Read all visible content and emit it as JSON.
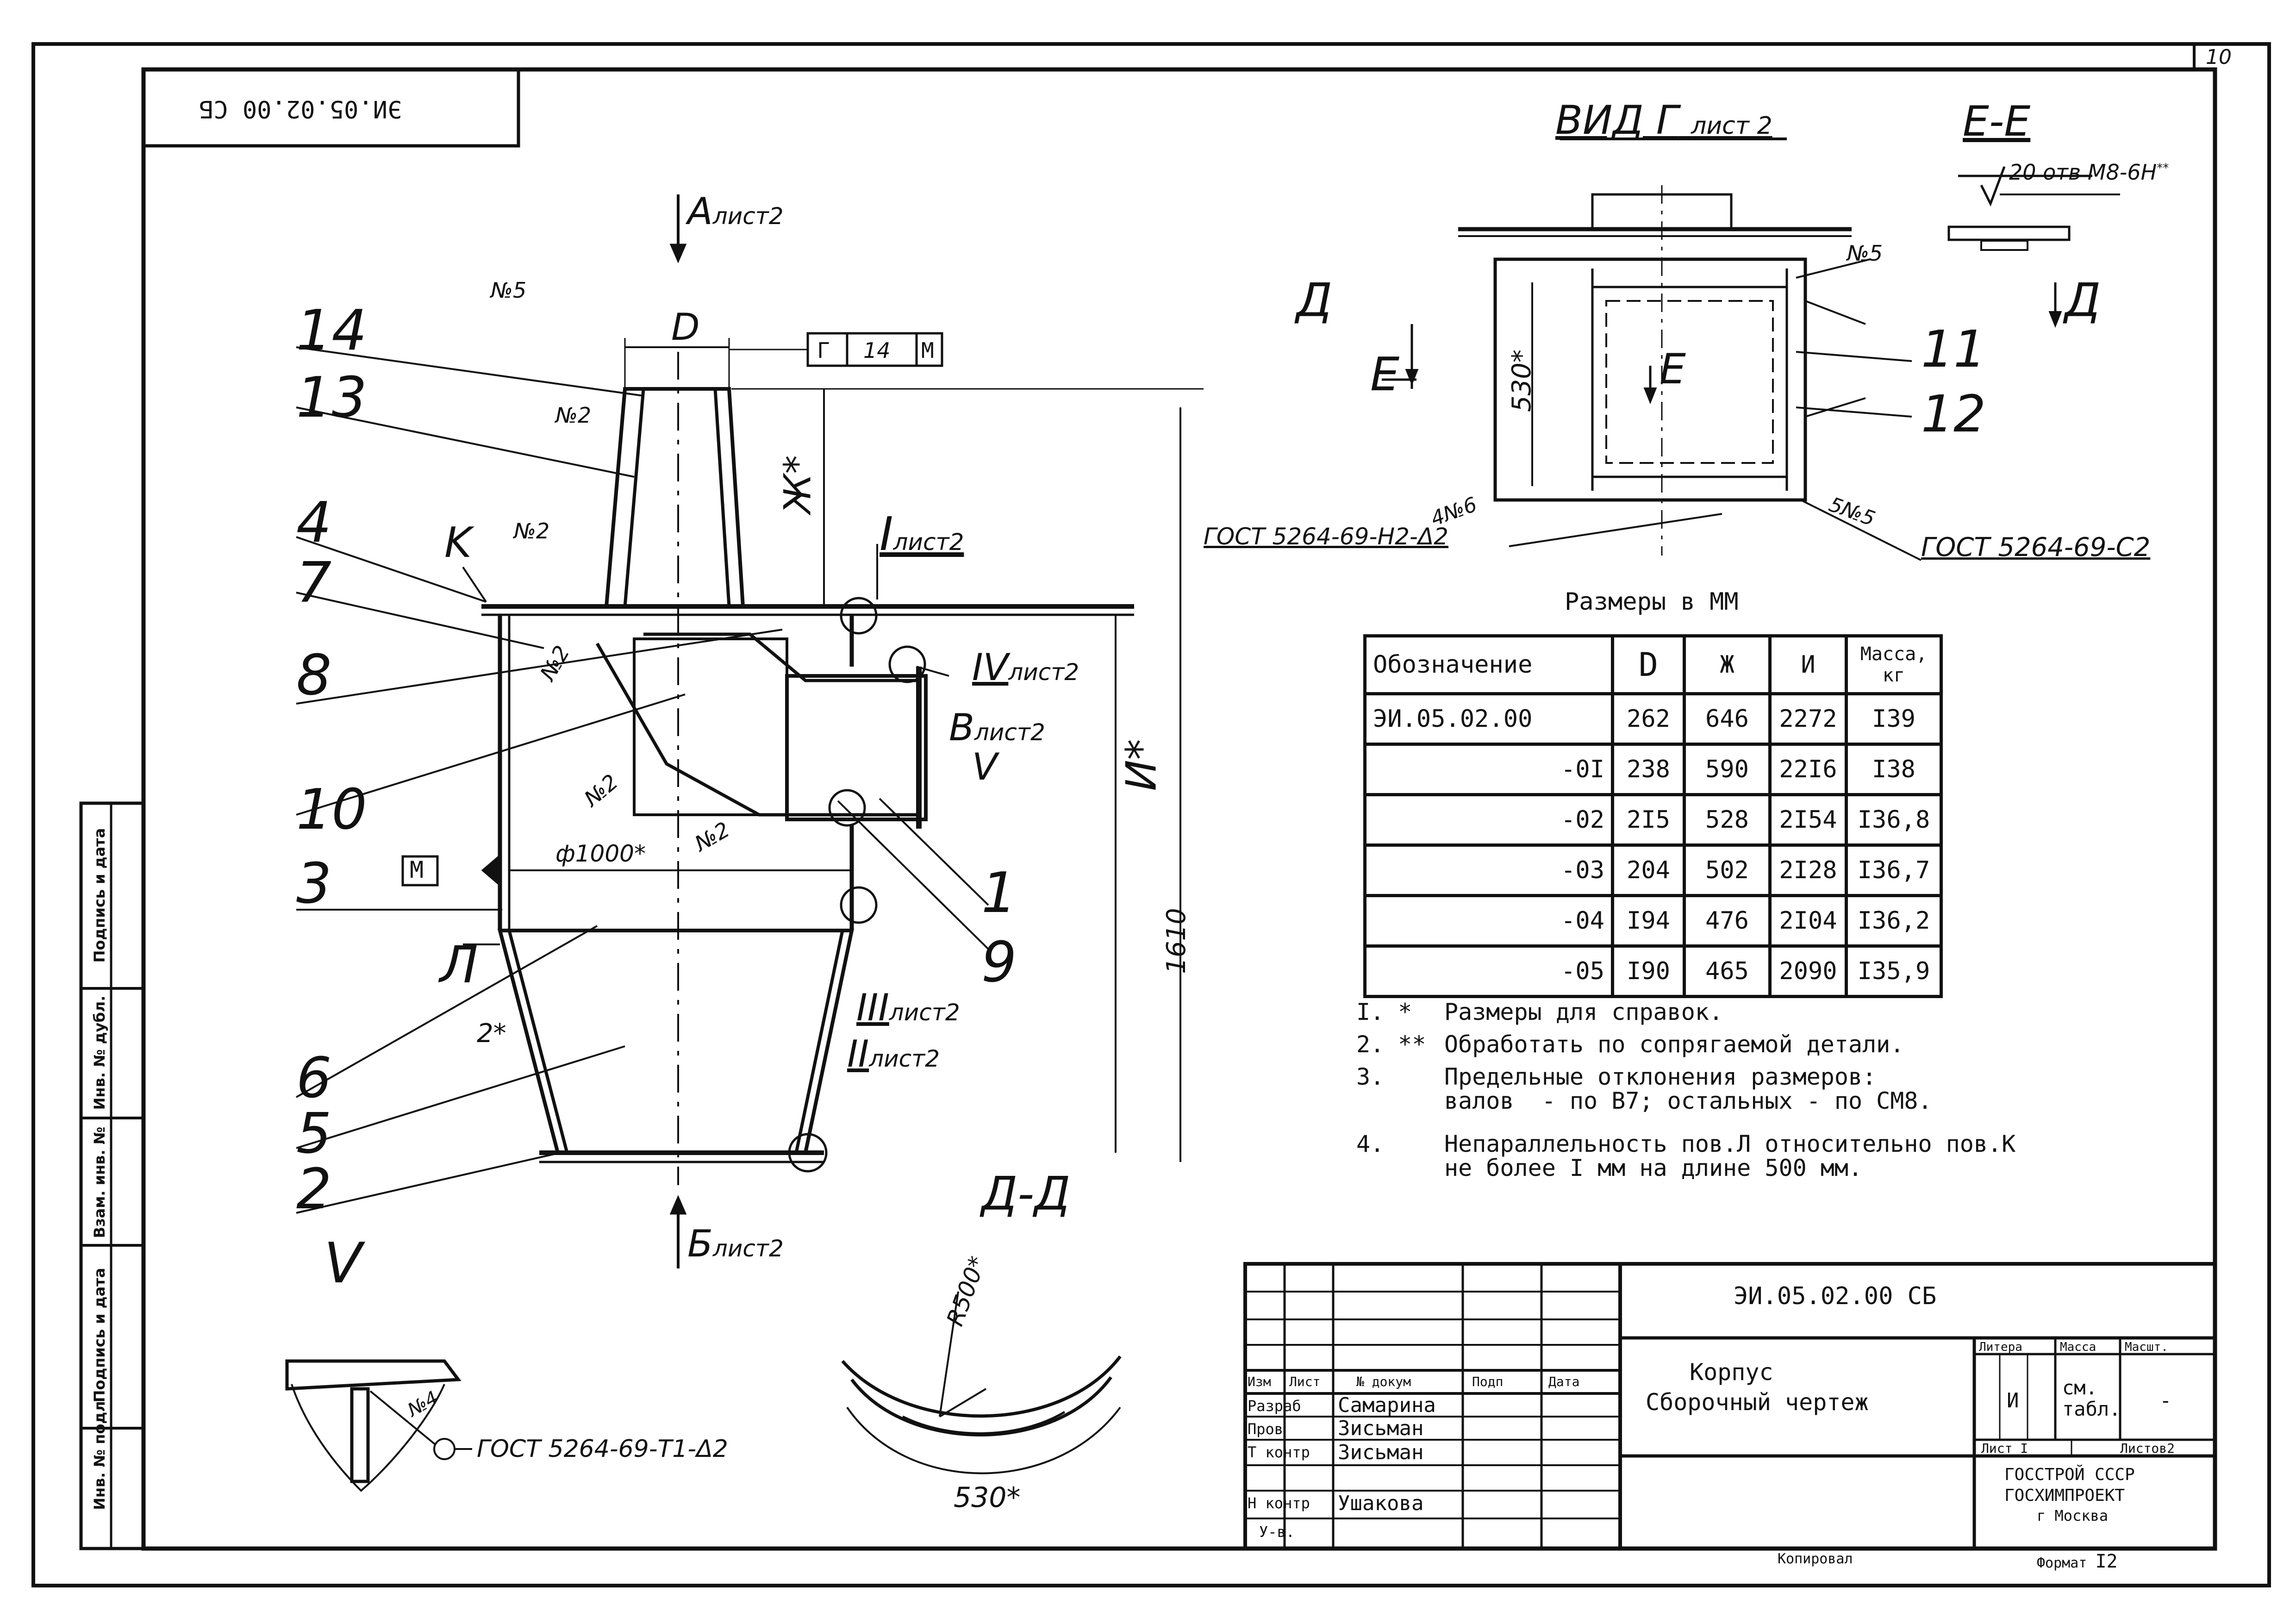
{
  "page_number": "10",
  "rotated_code": "ЭИ.05.02.00 СБ",
  "view_labels": {
    "view_a": "А",
    "view_a_sheet": "лист2",
    "view_b": "Б",
    "view_b_sheet": "лист2",
    "view_v": "В",
    "view_v_sheet": "лист2",
    "view_g": "ВИД Г",
    "view_g_sheet": "лист 2",
    "section_ee": "Е-Е",
    "section_dd": "Д-Д",
    "section_v": "V",
    "cut_d": "Д",
    "cut_e": "Е",
    "cut_e2": "Е",
    "cut_d2": "Д",
    "cut_v": "V"
  },
  "item_numbers": [
    "14",
    "13",
    "4",
    "7",
    "8",
    "10",
    "3",
    "6",
    "5",
    "2",
    "1",
    "9",
    "11",
    "12"
  ],
  "letters": {
    "k": "K",
    "l": "Л",
    "m": "М"
  },
  "dimensions": {
    "d": "D",
    "zh": "Ж*",
    "i": "И*",
    "dia": "ф1000*",
    "h1610": "1610",
    "h530": "530*",
    "r500": "R500*",
    "arc530": "530*",
    "two": "2*",
    "tol_frame": [
      "Г",
      "14",
      "М"
    ],
    "thread": "20 отв М8-6Н",
    "thread_sup": "**"
  },
  "detail_refs": {
    "i": "I",
    "i_sheet": "лист2",
    "iv": "IV",
    "iv_sheet": "лист2",
    "iii": "III",
    "iii_sheet": "лист2",
    "ii": "II",
    "ii_sheet": "лист2"
  },
  "weld_marks": {
    "n5": "№5",
    "n2": "№2",
    "n2b": "№2",
    "n2c": "№2",
    "n2d": "№2",
    "n2e": "№2",
    "n5b": "№5",
    "n4": "№4",
    "n4n6": "4№6",
    "n5c": "5№5"
  },
  "gost": {
    "left_g": "ГОСТ 5264-69-Н2-Δ2",
    "right_g": "ГОСТ 5264-69-С2",
    "bottom": "ГОСТ 5264-69-Т1-Δ2"
  },
  "table_title": "Размеры в ММ",
  "table": {
    "headers": [
      "Обозначение",
      "D",
      "Ж",
      "И",
      "Масса, кг"
    ],
    "rows": [
      [
        "ЭИ.05.02.00",
        "262",
        "646",
        "2272",
        "I39"
      ],
      [
        "-0I",
        "238",
        "590",
        "22I6",
        "I38"
      ],
      [
        "-02",
        "2I5",
        "528",
        "2I54",
        "I36,8"
      ],
      [
        "-03",
        "204",
        "502",
        "2I28",
        "I36,7"
      ],
      [
        "-04",
        "I94",
        "476",
        "2I04",
        "I36,2"
      ],
      [
        "-05",
        "I90",
        "465",
        "2090",
        "I35,9"
      ]
    ]
  },
  "notes": [
    {
      "num": "I. *",
      "text": "Размеры для справок."
    },
    {
      "num": "2. **",
      "text": "Обработать по сопрягаемой детали."
    },
    {
      "num": "3.",
      "text": "Предельные отклонения размеров:\nвалов  - по В7; остальных - по СМ8."
    },
    {
      "num": "4.",
      "text": "Непараллельность пов.Л относительно пов.К\nне более I мм на длине 500 мм."
    }
  ],
  "title_block": {
    "code": "ЭИ.05.02.00 СБ",
    "name_line1": "Корпус",
    "name_line2": "Сборочный чертеж",
    "col_headers": [
      "Изм",
      "Лист",
      "№ докум",
      "Подп",
      "Дата"
    ],
    "roles": [
      {
        "role": "Разраб",
        "name": "Самарина"
      },
      {
        "role": "Пров",
        "name": "Зисьман"
      },
      {
        "role": "Т контр",
        "name": "Зисьман"
      },
      {
        "role": "Н контр",
        "name": "Ушакова"
      },
      {
        "role": "У-в.",
        "name": ""
      }
    ],
    "litera_header": "Литера",
    "mass_header": "Масса",
    "scale_header": "Масшт.",
    "litera": "И",
    "mass": "см. табл.",
    "scale": "-",
    "sheet_label": "Лист",
    "sheet": "I",
    "sheets_label": "Листов",
    "sheets": "2",
    "org1": "ГОССТРОЙ СССР",
    "org2": "ГОСХИМПРОЕКТ",
    "org3": "г Москва",
    "copied": "Копировал",
    "format_label": "Формат",
    "format": "I2"
  },
  "side_stamp": [
    "Инв. № подл",
    "Подпись и дата",
    "Взам. инв. №",
    "Инв. № дубл.",
    "Подпись и дата"
  ]
}
